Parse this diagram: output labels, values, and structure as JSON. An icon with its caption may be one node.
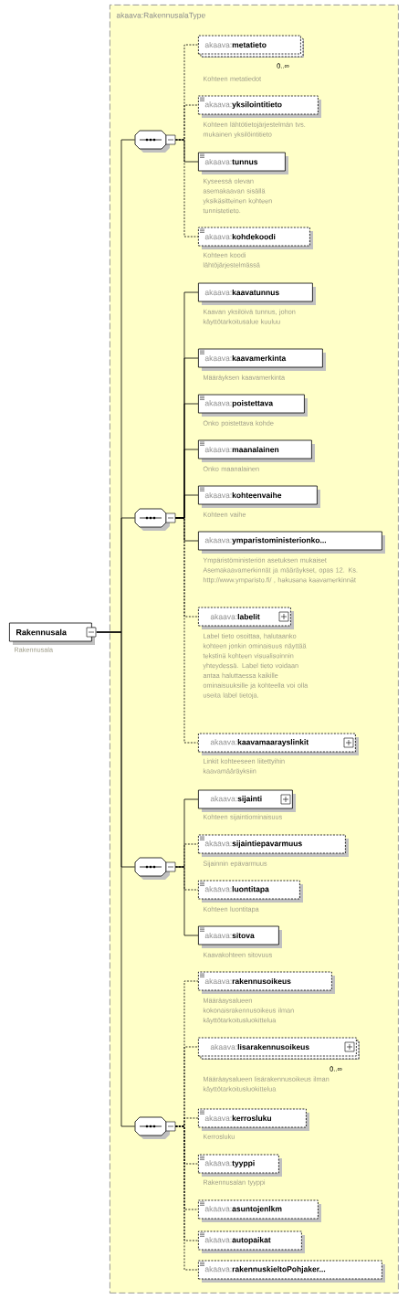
{
  "diagram": {
    "nodes": [
      {
        "text": [
          "Rakennusala"
        ],
        "beside": [
          "Rakennusala"
        ]
      },
      {
        "text": [
          "akaava:RakennusalaType"
        ]
      },
      {
        "text": [],
        "shape": "octagon",
        "in": 1
      },
      {
        "text": [
          "akaava:**metatieto**"
        ],
        "beside": [
          "0..∞",
          "Kohteen metatiedot"
        ],
        "in": 1
      },
      {
        "text": [
          "akaava:**yksilointitieto**"
        ],
        "beside": [
          "Kohteen lähtötietojärjestelmän tvs. mukainen yksilöintitieto"
        ],
        "in": 1
      },
      {
        "text": [
          "akaava:**tunnus**"
        ],
        "beside": [
          "Kyseessä olevan asemakaavan sisällä yksikäsitteinen kohteen tunnistetieto."
        ],
        "in": 1
      },
      {
        "text": [
          "akaava:**kohdekoodi**"
        ],
        "beside": [
          "Kohteen koodi lähtöjärjestelmässä"
        ],
        "in": 1
      },
      {
        "text": [],
        "shape": "octagon",
        "in": 1
      },
      {
        "text": [
          "akaava:**kaavatunnus**"
        ],
        "beside": [
          "Kaavan yksilöivä tunnus, johon käyttötarkoitusalue kuuluu"
        ],
        "in": 1
      },
      {
        "text": [
          "akaava:**kaavamerkinta**"
        ],
        "beside": [
          "Määräyksen kaavamerkinta"
        ],
        "in": 1
      },
      {
        "text": [
          "akaava:**poistettava**"
        ],
        "beside": [
          "Onko poistettava kohde"
        ],
        "in": 1
      },
      {
        "text": [
          "akaava:**maanalainen**"
        ],
        "beside": [
          "Onko maanalainen"
        ],
        "in": 1
      },
      {
        "text": [
          "akaava:**kohteenvaihe**"
        ],
        "beside": [
          "Kohteen vaihe"
        ],
        "in": 1
      },
      {
        "text": [
          "akaava:**ymparistoministerionko...**"
        ],
        "beside": [
          "Ympäristöministeriön asetuksen mukaiset Asemakaavamerkinnät ja määräykset, opas 12. Ks. http://www.ymparisto.fi/ , hakusana kaavamerkinnät"
        ],
        "in": 1
      },
      {
        "text": [
          "akaava:**labelit**"
        ],
        "beside": [
          "Label tieto osoittaa, halutaanko kohteen jonkin ominaisuus näyttää tekstinä kohteen visualisoinnin yhteydessä. Label tieto voidaan antaa haluttaessa kaikille ominaisuuksille ja kohteella voi olla useita label tietoja."
        ],
        "in": 1
      },
      {
        "text": [
          "akaava:**kaavamaarayslinkit**"
        ],
        "beside": [
          "Linkit kohteeseen liitettyihin kaavamääräyksiin"
        ],
        "in": 1
      },
      {
        "text": [],
        "shape": "octagon",
        "in": 1
      },
      {
        "text": [
          "akaava:**sijainti**"
        ],
        "beside": [
          "Kohteen sijaintiominaisuus"
        ],
        "in": 1
      },
      {
        "text": [
          "akaava:**sijaintiepavarmuus**"
        ],
        "beside": [
          "Sijainnin epävarmuus"
        ],
        "in": 1
      },
      {
        "text": [
          "akaava:**luontitapa**"
        ],
        "beside": [
          "Kohteen luontitapa"
        ],
        "in": 1
      },
      {
        "text": [
          "akaava:**sitova**"
        ],
        "beside": [
          "Kaavakohteen sitovuus"
        ],
        "in": 1
      },
      {
        "text": [],
        "shape": "octagon",
        "in": 1
      },
      {
        "text": [
          "akaava:**rakennusoikeus**"
        ],
        "beside": [
          "Määräaysalueen kokonaisrakennusoikeus ilman käyttötarkoitusluokittelua"
        ],
        "in": 1
      },
      {
        "text": [
          "akaava:**lisarakennusoikeus**"
        ],
        "beside": [
          "0..∞",
          "Määräaysalueen lisärakennusoikeus ilman käyttötarkoitusluokittelua"
        ],
        "in": 1
      },
      {
        "text": [
          "akaava:**kerrosluku**"
        ],
        "beside": [
          "Kerrosluku"
        ],
        "in": 1
      },
      {
        "text": [
          "akaava:**tyyppi**"
        ],
        "beside": [
          "Rakennusalan tyyppi"
        ],
        "in": 1
      },
      {
        "text": [
          "akaava:**asuntojenlkm**"
        ],
        "in": 1
      },
      {
        "text": [
          "akaava:**autopaikat**"
        ],
        "in": 1
      },
      {
        "text": [
          "akaava:**rakennuskieltoPohjaker...**"
        ],
        "in": 1
      }
    ],
    "edges": [
      {
        "from": 0,
        "to": 2,
        "arrow": "none"
      },
      {
        "from": 0,
        "to": 7,
        "arrow": "none"
      },
      {
        "from": 0,
        "to": 16,
        "arrow": "none"
      },
      {
        "from": 0,
        "to": 21,
        "arrow": "none"
      },
      {
        "from": 2,
        "to": 3,
        "arrow": "none",
        "style": "dashed"
      },
      {
        "from": 2,
        "to": 4,
        "arrow": "none",
        "style": "dashed"
      },
      {
        "from": 2,
        "to": 5,
        "arrow": "none"
      },
      {
        "from": 2,
        "to": 6,
        "arrow": "none",
        "style": "dashed"
      },
      {
        "from": 7,
        "to": 8,
        "arrow": "none"
      },
      {
        "from": 7,
        "to": 9,
        "arrow": "none"
      },
      {
        "from": 7,
        "to": 10,
        "arrow": "none"
      },
      {
        "from": 7,
        "to": 11,
        "arrow": "none"
      },
      {
        "from": 7,
        "to": 12,
        "arrow": "none"
      },
      {
        "from": 7,
        "to": 13,
        "arrow": "none"
      },
      {
        "from": 7,
        "to": 14,
        "arrow": "none",
        "style": "dashed"
      },
      {
        "from": 7,
        "to": 15,
        "arrow": "none",
        "style": "dashed"
      },
      {
        "from": 16,
        "to": 17,
        "arrow": "none"
      },
      {
        "from": 16,
        "to": 18,
        "arrow": "none",
        "style": "dashed"
      },
      {
        "from": 16,
        "to": 19,
        "arrow": "none",
        "style": "dashed"
      },
      {
        "from": 16,
        "to": 20,
        "arrow": "none"
      },
      {
        "from": 21,
        "to": 22,
        "arrow": "none",
        "style": "dashed"
      },
      {
        "from": 21,
        "to": 23,
        "arrow": "none",
        "style": "dashed"
      },
      {
        "from": 21,
        "to": 24,
        "arrow": "none",
        "style": "dashed"
      },
      {
        "from": 21,
        "to": 25,
        "arrow": "none",
        "style": "dashed"
      },
      {
        "from": 21,
        "to": 26,
        "arrow": "none",
        "style": "dashed"
      },
      {
        "from": 21,
        "to": 27,
        "arrow": "none",
        "style": "dashed"
      },
      {
        "from": 21,
        "to": 28,
        "arrow": "none",
        "style": "dashed"
      }
    ]
  }
}
